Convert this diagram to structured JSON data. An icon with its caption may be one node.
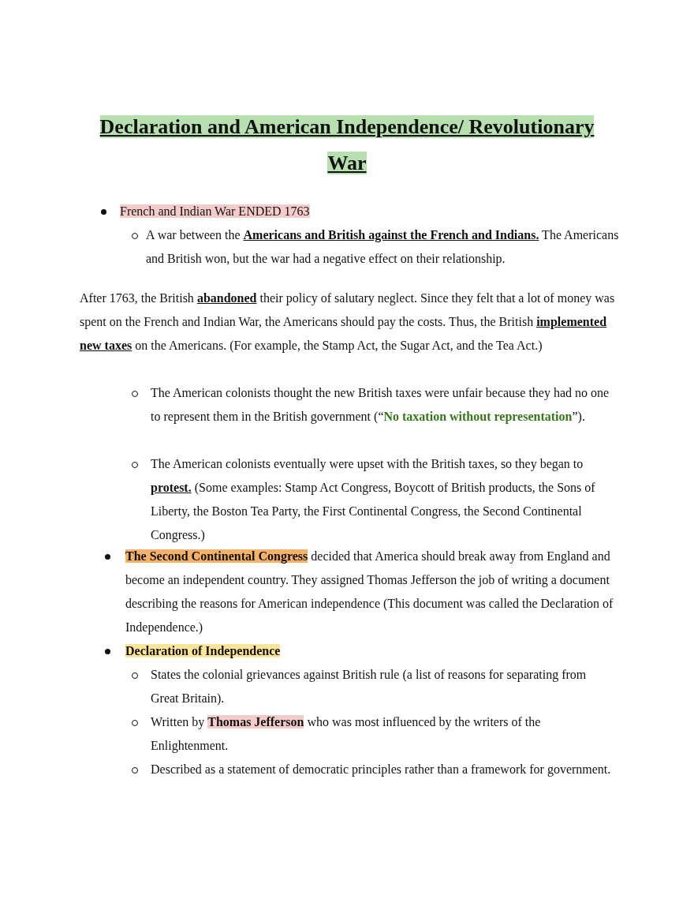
{
  "diagram": {
    "title": "Declaration and American Independence/ Revolutionary War",
    "labels": [
      "French and Indian War ENDED 1763",
      "A war between the **Americans and British against the French and Indians.** The Americans and British won, but the war had a negative effect on their relationship.",
      "After 1763, the British **abandoned** their policy of salutary neglect. Since they felt that a lot of money was spent on the French and Indian War, the Americans should pay the costs. Thus, the British **implemented new taxes** on the Americans. (For example, the Stamp Act, the Sugar Act, and the Tea Act.)",
      "The American colonists thought the new British taxes were unfair because they had no one to represent them in the British government (“**No taxation without representation**”).",
      "The American colonists eventually were upset with the British taxes, so they began to **protest.** (Some examples: Stamp Act Congress, Boycott of British products, the Sons of Liberty, the Boston Tea Party, the First Continental Congress, the Second Continental Congress.)",
      "**The Second Continental Congress** decided that America should break away from England and become an independent country. They assigned Thomas Jefferson the job of writing a document describing the reasons for American independence (This document was called the Declaration of Independence.)",
      "Declaration of Independence",
      "States the colonial grievances against British rule (a list of reasons for separating from Great Britain).",
      "Written by **Thomas Jefferson** who was most influenced by the writers of the Enlightenment.",
      "Described as a statement of democratic principles rather than a framework for government."
    ]
  }
}
